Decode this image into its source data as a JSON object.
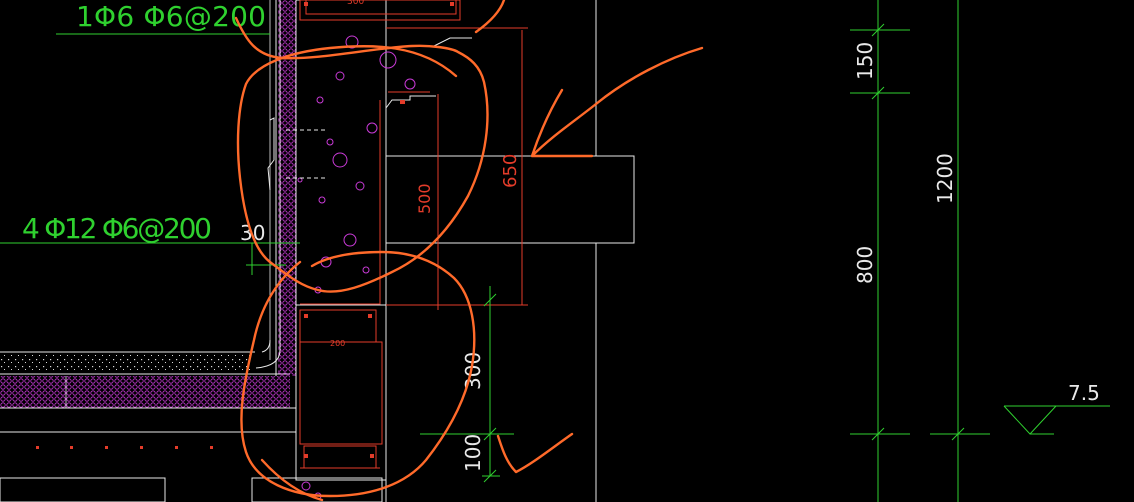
{
  "canvas": {
    "background": "#000000"
  },
  "colors": {
    "green": "#2fd12f",
    "red": "#e43c2a",
    "white": "#e9e9e9",
    "magenta": "#c83ad6",
    "orange": "#ff6a2a"
  },
  "labels": {
    "rebar_top": "1Φ6  Φ6@200",
    "rebar_main": "4 Φ12  Φ6@200",
    "dim_30": "30",
    "dim_300_top": "300",
    "dim_500": "500",
    "dim_650": "650",
    "dim_200_small": "200",
    "dim_300": "300",
    "dim_100": "100",
    "dim_150": "150",
    "dim_1200": "1200",
    "dim_800": "800",
    "level_75": "7.5"
  }
}
